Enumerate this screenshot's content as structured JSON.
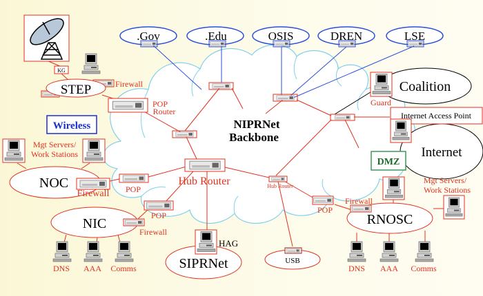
{
  "backbone": {
    "line1": "NIPRNet",
    "line2": "Backbone"
  },
  "external_networks": [
    ".Gov",
    ".Edu",
    "OSIS",
    "DREN",
    "LSE"
  ],
  "step": {
    "label": "STEP",
    "kg": "KG",
    "firewall": "Firewall",
    "pop_router_1": "POP",
    "pop_router_2": "Router"
  },
  "wireless": "Wireless",
  "noc": {
    "label": "NOC",
    "mgt_1": "Mgt Servers/",
    "mgt_2": "Work Stations",
    "firewall": "Firewall",
    "pop": "POP"
  },
  "nic": {
    "label": "NIC",
    "firewall": "Firewall",
    "pop": "POP",
    "servers": [
      "DNS",
      "AAA",
      "Comms"
    ]
  },
  "hub_router": "Hub Router",
  "hub_router_small": "Hub Router",
  "siprnet": {
    "label": "SIPRNet",
    "hag": "HAG"
  },
  "usb": "USB",
  "coalition": {
    "label": "Coalition",
    "guard": "Guard"
  },
  "internet": {
    "label": "Internet",
    "access_point": "Internet Access Point",
    "dmz": "DMZ"
  },
  "rnosc": {
    "label": "RNOSC",
    "firewall": "Firewall",
    "pop": "POP",
    "mgt_1": "Mgt Servers/",
    "mgt_2": "Work Stations",
    "servers": [
      "DNS",
      "AAA",
      "Comms"
    ]
  },
  "colors": {
    "link_red": "#e0321e",
    "link_blue": "#2a4fd8",
    "cloud": "#7fd0ee",
    "wireless": "#1a2fd0",
    "dmz": "#1a6b2a"
  }
}
